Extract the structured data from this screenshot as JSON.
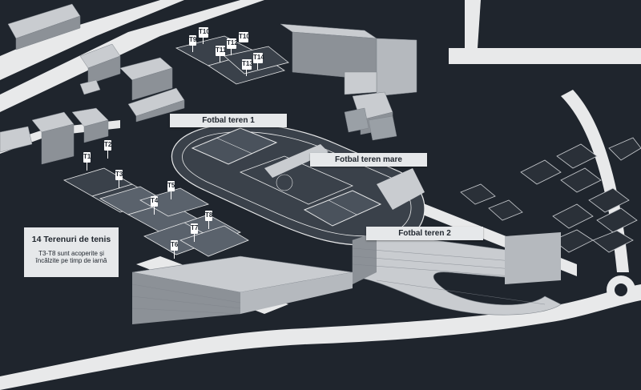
{
  "labels": {
    "fotbal_teren_1": "Fotbal teren 1",
    "fotbal_teren_mare": "Fotbal teren mare",
    "fotbal_teren_2": "Fotbal teren 2"
  },
  "tennis": {
    "title": "14 Terenuri de tenis",
    "note_line1": "T3-T8 sunt acoperite și",
    "note_line2": "încălzite pe timp de iarnă"
  },
  "court_pins": {
    "t1": "T1",
    "t2": "T2",
    "t3": "T3",
    "t4": "T4",
    "t5": "T5",
    "t6": "T6",
    "t7": "T7",
    "t8": "T8",
    "t9": "T9",
    "t10": "T10",
    "t11": "T11",
    "t12": "T12",
    "t13": "T13",
    "t14": "T14"
  },
  "colors": {
    "ground": "#1f252d",
    "road": "#e8e9ea",
    "building_light": "#c9ccd0",
    "building_dark": "#8c9197",
    "label_bg": "#e6e8ea"
  }
}
